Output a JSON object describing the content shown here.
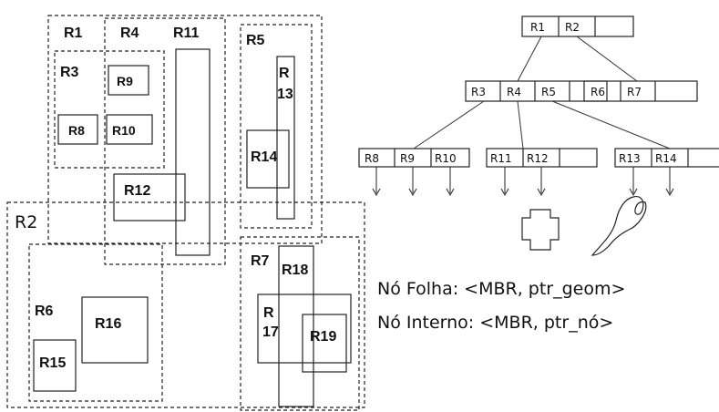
{
  "spatial_regions": {
    "R1": "R1",
    "R2": "R2",
    "R3": "R3",
    "R4": "R4",
    "R5": "R5",
    "R6": "R6",
    "R7": "R7",
    "R8": "R8",
    "R9": "R9",
    "R10": "R10",
    "R11": "R11",
    "R12": "R12",
    "R13_line1": "R",
    "R13_line2": "13",
    "R14": "R14",
    "R15": "R15",
    "R16": "R16",
    "R17_line1": "R",
    "R17_line2": "17",
    "R18": "R18",
    "R19": "R19"
  },
  "tree": {
    "root": [
      "R1",
      "R2"
    ],
    "level1_left": [
      "R3",
      "R4",
      "R5"
    ],
    "level1_right": [
      "R6",
      "R7"
    ],
    "leaf_a": [
      "R8",
      "R9",
      "R10"
    ],
    "leaf_b": [
      "R11",
      "R12"
    ],
    "leaf_c": [
      "R13",
      "R14"
    ]
  },
  "legend": {
    "leaf_node": "Nó Folha: <MBR, ptr_geom>",
    "internal_node": "Nó Interno: <MBR, ptr_nó>"
  }
}
